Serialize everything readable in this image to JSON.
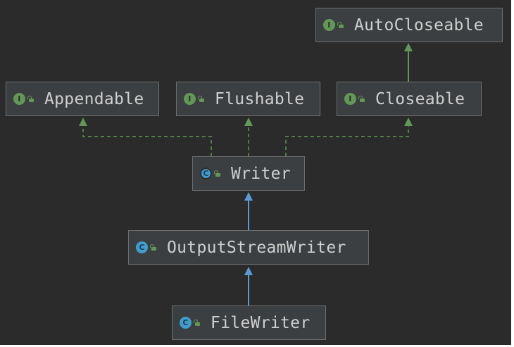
{
  "diagram": {
    "nodes": [
      {
        "id": "autocloseable",
        "kind": "interface",
        "badge": "I",
        "label": "AutoCloseable"
      },
      {
        "id": "appendable",
        "kind": "interface",
        "badge": "I",
        "label": "Appendable"
      },
      {
        "id": "flushable",
        "kind": "interface",
        "badge": "I",
        "label": "Flushable"
      },
      {
        "id": "closeable",
        "kind": "interface",
        "badge": "I",
        "label": "Closeable"
      },
      {
        "id": "writer",
        "kind": "abstract-class",
        "badge": "C",
        "label": "Writer"
      },
      {
        "id": "outputstreamwriter",
        "kind": "class",
        "badge": "C",
        "label": "OutputStreamWriter"
      },
      {
        "id": "filewriter",
        "kind": "class",
        "badge": "C",
        "label": "FileWriter"
      }
    ],
    "edges": [
      {
        "from": "closeable",
        "to": "autocloseable",
        "type": "extends-interface"
      },
      {
        "from": "writer",
        "to": "appendable",
        "type": "implements"
      },
      {
        "from": "writer",
        "to": "flushable",
        "type": "implements"
      },
      {
        "from": "writer",
        "to": "closeable",
        "type": "implements"
      },
      {
        "from": "outputstreamwriter",
        "to": "writer",
        "type": "extends"
      },
      {
        "from": "filewriter",
        "to": "outputstreamwriter",
        "type": "extends"
      }
    ],
    "colors": {
      "background": "#2b2b2b",
      "node_fill": "#3c3f41",
      "node_border": "#6e6e6e",
      "interface_badge": "#629755",
      "class_badge": "#3f9ecf",
      "extends_arrow": "#5c9ad6",
      "implements_arrow": "#629755"
    }
  }
}
